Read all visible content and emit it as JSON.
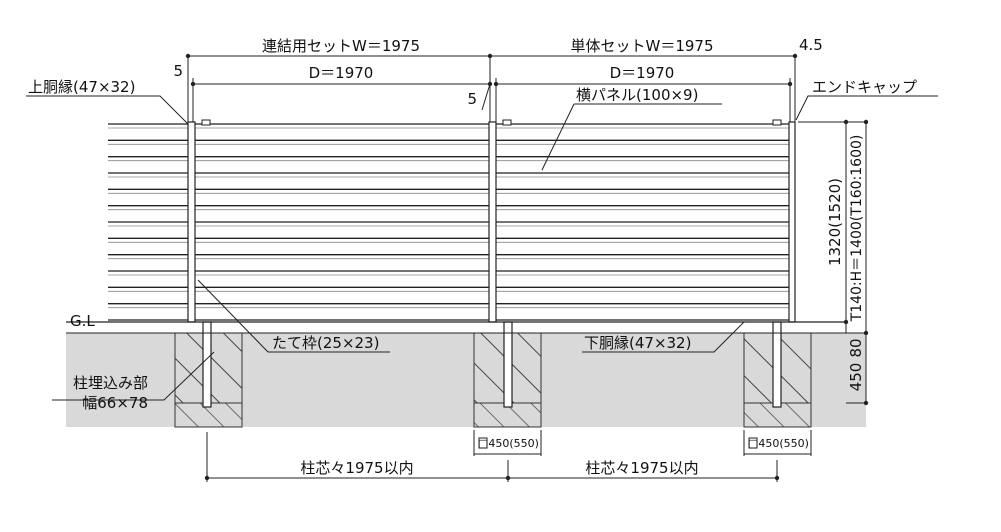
{
  "labels": {
    "renketsu_set": "連結用セットW＝1975",
    "tantai_set": "単体セットW＝1975",
    "d_left": "D＝1970",
    "d_right": "D＝1970",
    "gap_left": "5",
    "gap_mid": "5",
    "gap_right": "4.5",
    "kami_dobuchi": "上胴縁(47×32)",
    "yoko_panel": "横パネル(100×9)",
    "end_cap": "エンドキャップ",
    "gl": "G.L",
    "tate_waku": "たて枠(25×23)",
    "shimo_dobuchi": "下胴縁(47×32)",
    "hashira_umekomi": "柱埋込み部",
    "haba": "幅66×78",
    "foundation_left": "□450(550)",
    "foundation_right": "□450(550)",
    "pitch_left": "柱芯々1975以内",
    "pitch_right": "柱芯々1975以内",
    "height_main": "1320(1520)",
    "height_alt": "T140:H＝1400(T160:1600)",
    "dim_80": "80",
    "dim_450": "450"
  }
}
